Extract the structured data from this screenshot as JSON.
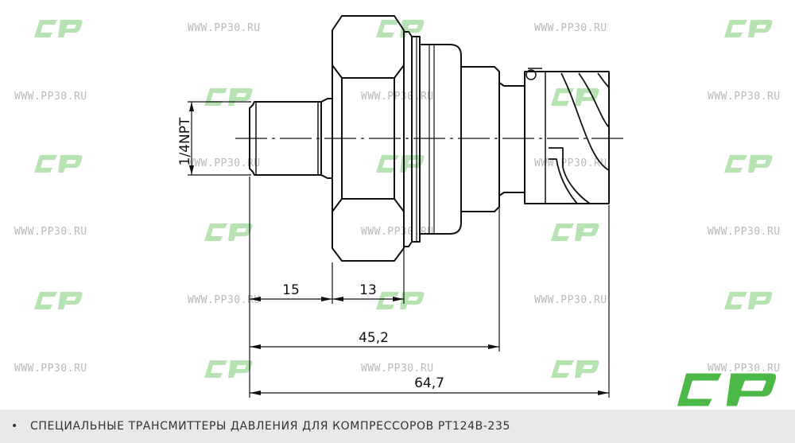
{
  "watermark": {
    "text": "WWW.PP30.RU"
  },
  "dimensions": {
    "thread": "1/4NPT",
    "d15": "15",
    "d13": "13",
    "d45": "45,2",
    "d64": "64,7"
  },
  "caption": {
    "bullet": "•",
    "text": "СПЕЦИАЛЬНЫЕ ТРАНСМИТТЕРЫ ДАВЛЕНИЯ ДЛЯ КОМПРЕССОРОВ  PT124B-235"
  },
  "colors": {
    "logo_green": "#4cb848",
    "watermark_green": "#b7e2b2",
    "line": "#111111",
    "caption_bg": "#e8e8e8"
  }
}
